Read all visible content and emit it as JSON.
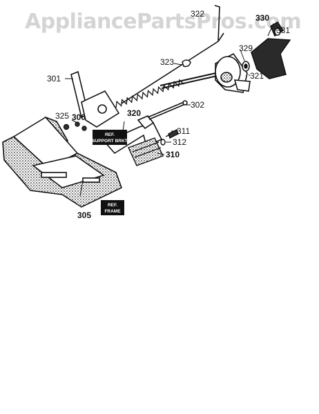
{
  "watermark": "AppliancePartsPros.com",
  "callouts": {
    "p300": "300",
    "p301": "301",
    "p302": "302",
    "p305": "305",
    "p310": "310",
    "p311": "311",
    "p312": "312",
    "p320": "320",
    "p321": "321",
    "p322": "322",
    "p323": "323",
    "p325": "325",
    "p329": "329",
    "p330": "330",
    "p331": "331"
  },
  "tags": {
    "support_line1": "REF.",
    "support_line2": "SUPPORT BRKT",
    "frame_line1": "REF.",
    "frame_line2": "FRAME"
  },
  "colors": {
    "ink": "#111111",
    "tag_bg": "#111111",
    "watermark": "#d4d4d4"
  }
}
